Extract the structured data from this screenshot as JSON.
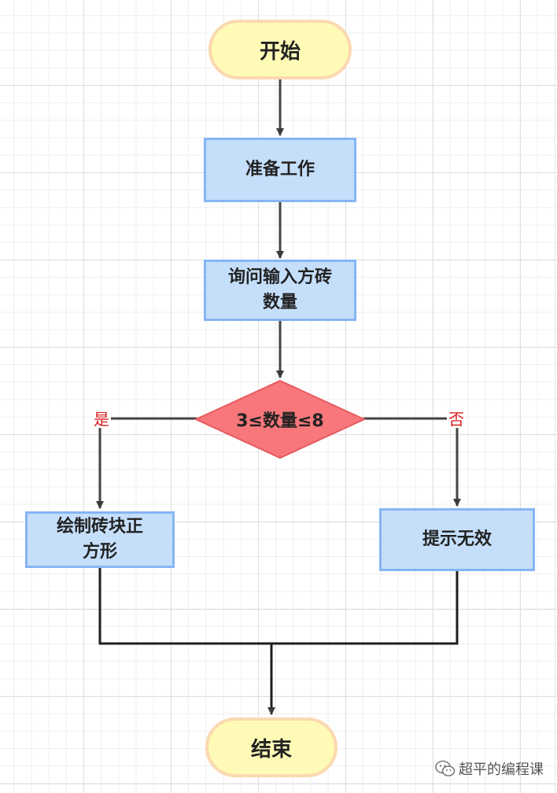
{
  "nodes": {
    "start": "开始",
    "prepare": "准备工作",
    "ask_input": "询问输入方砖数量",
    "decision": "3≤数量≤8",
    "draw": "绘制砖块正方形",
    "invalid": "提示无效",
    "end": "结束"
  },
  "branches": {
    "yes": "是",
    "no": "否"
  },
  "watermark": {
    "icon": "wechat-icon",
    "text": "超平的编程课"
  },
  "colors": {
    "terminal_fill": "#fffbb7",
    "terminal_border": "#fbd9b0",
    "process_fill": "#c5dffb",
    "process_border": "#85b5f3",
    "decision_fill": "#f7777b",
    "decision_border": "#e75a5f",
    "branch_label": "#d91c20",
    "connector": "#333333"
  }
}
